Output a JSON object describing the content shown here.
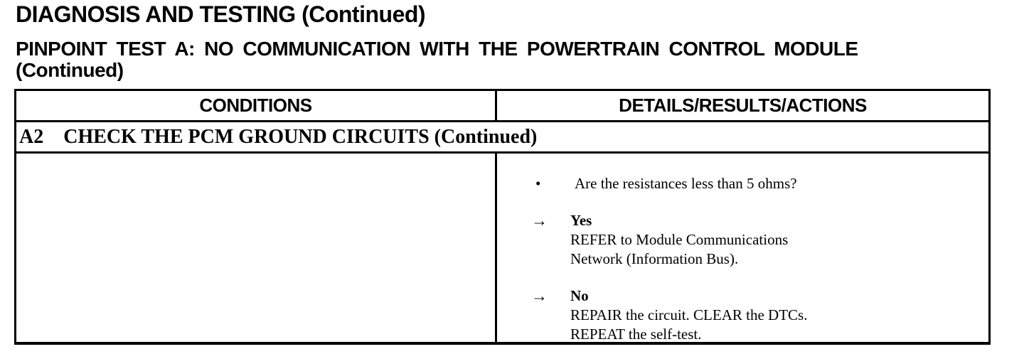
{
  "page": {
    "title": "DIAGNOSIS AND TESTING (Continued)",
    "subtitle_line1": "PINPOINT TEST A: NO COMMUNICATION WITH THE POWERTRAIN CONTROL MODULE",
    "subtitle_line2": "(Continued)"
  },
  "table": {
    "headers": {
      "conditions": "CONDITIONS",
      "details": "DETAILS/RESULTS/ACTIONS"
    },
    "step": {
      "id": "A2",
      "title": "CHECK THE PCM GROUND CIRCUITS (Continued)"
    },
    "body": {
      "bullet": "•",
      "question": "Are the resistances less than 5 ohms?",
      "results": [
        {
          "arrow": "→",
          "label": "Yes",
          "line1": "REFER to Module Communications",
          "line2": "Network (Information Bus)."
        },
        {
          "arrow": "→",
          "label": "No",
          "line1": "REPAIR the circuit. CLEAR the DTCs.",
          "line2": "REPEAT the self-test."
        }
      ]
    }
  }
}
